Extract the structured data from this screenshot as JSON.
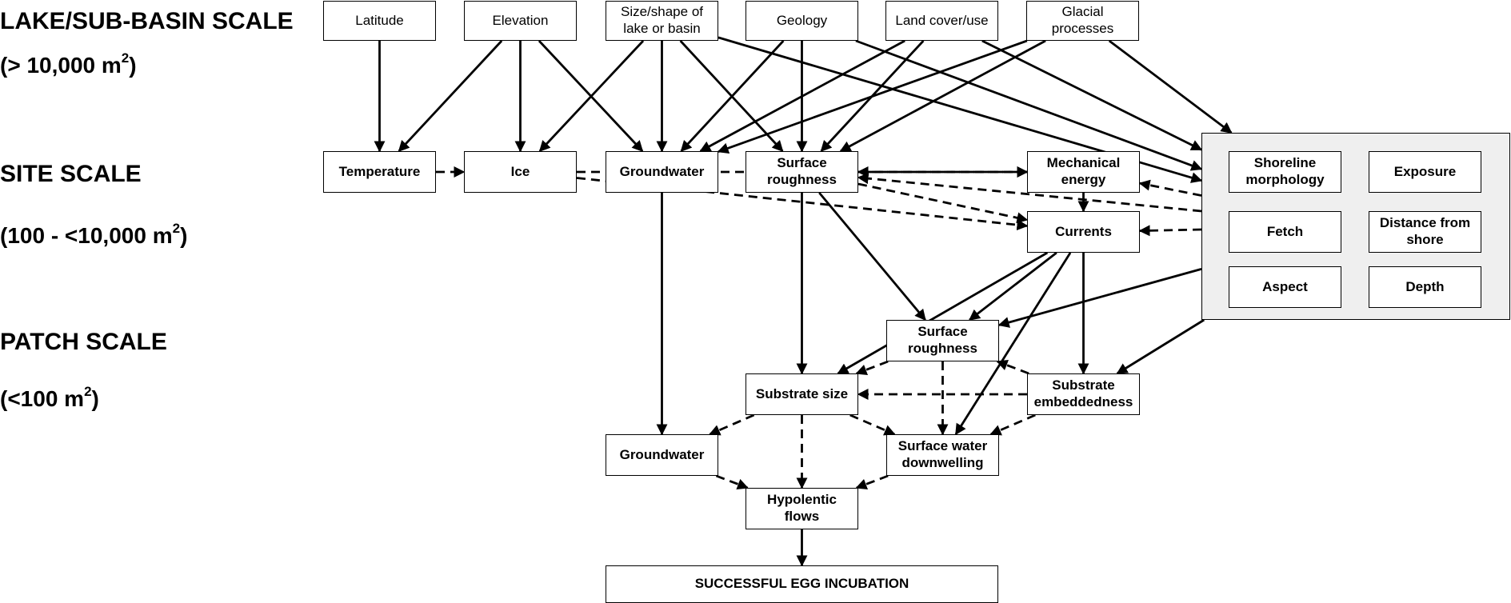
{
  "scales": {
    "lake": {
      "title": "LAKE/SUB-BASIN SCALE",
      "range_prefix": "(> 10,000 m",
      "exp": "2",
      "range_suffix": ")"
    },
    "site": {
      "title": "SITE SCALE",
      "range_prefix": "(100 - <10,000 m",
      "exp": "2",
      "range_suffix": ")"
    },
    "patch": {
      "title": "PATCH SCALE",
      "range_prefix": "(<100 m",
      "exp": "2",
      "range_suffix": ")"
    }
  },
  "nodes": {
    "latitude": "Latitude",
    "elevation": "Elevation",
    "size_shape": "Size/shape of lake or basin",
    "geology": "Geology",
    "land_cover": "Land cover/use",
    "glacial": "Glacial processes",
    "temperature": "Temperature",
    "ice": "Ice",
    "groundwater_site": "Groundwater",
    "surface_roughness_site": "Surface roughness",
    "mechanical_energy": "Mechanical energy",
    "currents": "Currents",
    "shoreline_morphology": "Shoreline morphology",
    "exposure": "Exposure",
    "fetch": "Fetch",
    "distance_from_shore": "Distance from shore",
    "aspect": "Aspect",
    "depth": "Depth",
    "surface_roughness_patch": "Surface roughness",
    "substrate_size": "Substrate size",
    "substrate_embeddedness": "Substrate embeddedness",
    "groundwater_patch": "Groundwater",
    "surface_water_downwelling": "Surface water downwelling",
    "hypolentic_flows": "Hypolentic flows",
    "successful_egg_incubation": "SUCCESSFUL EGG INCUBATION"
  },
  "edges": [
    {
      "from": "latitude",
      "to": "temperature",
      "style": "solid"
    },
    {
      "from": "elevation",
      "to": "temperature",
      "style": "solid"
    },
    {
      "from": "elevation",
      "to": "ice",
      "style": "solid"
    },
    {
      "from": "elevation",
      "to": "groundwater_site",
      "style": "solid"
    },
    {
      "from": "size_shape",
      "to": "ice",
      "style": "solid"
    },
    {
      "from": "size_shape",
      "to": "groundwater_site",
      "style": "solid"
    },
    {
      "from": "size_shape",
      "to": "surface_roughness_site",
      "style": "solid"
    },
    {
      "from": "size_shape",
      "to": "shoreline_group",
      "style": "solid"
    },
    {
      "from": "geology",
      "to": "groundwater_site",
      "style": "solid"
    },
    {
      "from": "geology",
      "to": "surface_roughness_site",
      "style": "solid"
    },
    {
      "from": "geology",
      "to": "shoreline_group",
      "style": "solid"
    },
    {
      "from": "land_cover",
      "to": "groundwater_site",
      "style": "solid"
    },
    {
      "from": "land_cover",
      "to": "surface_roughness_site",
      "style": "solid"
    },
    {
      "from": "land_cover",
      "to": "shoreline_group",
      "style": "solid"
    },
    {
      "from": "glacial",
      "to": "groundwater_site",
      "style": "solid"
    },
    {
      "from": "glacial",
      "to": "surface_roughness_site",
      "style": "solid"
    },
    {
      "from": "glacial",
      "to": "shoreline_group",
      "style": "solid"
    },
    {
      "from": "temperature",
      "to": "ice",
      "style": "dashed"
    },
    {
      "from": "ice",
      "to": "mechanical_energy",
      "style": "dashed"
    },
    {
      "from": "ice",
      "to": "currents",
      "style": "dashed"
    },
    {
      "from": "surface_roughness_site",
      "to": "mechanical_energy",
      "style": "dashed"
    },
    {
      "from": "mechanical_energy",
      "to": "surface_roughness_site",
      "style": "dashed"
    },
    {
      "from": "surface_roughness_site",
      "to": "currents",
      "style": "dashed"
    },
    {
      "from": "shoreline_group",
      "to": "surface_roughness_site",
      "style": "dashed"
    },
    {
      "from": "shoreline_group",
      "to": "mechanical_energy",
      "style": "dashed"
    },
    {
      "from": "shoreline_group",
      "to": "currents",
      "style": "dashed"
    },
    {
      "from": "mechanical_energy",
      "to": "currents",
      "style": "solid"
    },
    {
      "from": "surface_roughness_site",
      "to": "substrate_size",
      "style": "solid"
    },
    {
      "from": "surface_roughness_site",
      "to": "surface_roughness_patch",
      "style": "solid"
    },
    {
      "from": "groundwater_site",
      "to": "groundwater_patch",
      "style": "solid"
    },
    {
      "from": "currents",
      "to": "substrate_size",
      "style": "solid"
    },
    {
      "from": "currents",
      "to": "surface_roughness_patch",
      "style": "solid"
    },
    {
      "from": "currents",
      "to": "surface_water_downwelling",
      "style": "solid"
    },
    {
      "from": "currents",
      "to": "substrate_embeddedness",
      "style": "solid"
    },
    {
      "from": "shoreline_group",
      "to": "surface_roughness_patch",
      "style": "solid"
    },
    {
      "from": "shoreline_group",
      "to": "substrate_embeddedness",
      "style": "solid"
    },
    {
      "from": "surface_roughness_patch",
      "to": "substrate_size",
      "style": "dashed"
    },
    {
      "from": "surface_roughness_patch",
      "to": "surface_water_downwelling",
      "style": "dashed"
    },
    {
      "from": "substrate_embeddedness",
      "to": "substrate_size",
      "style": "dashed"
    },
    {
      "from": "substrate_embeddedness",
      "to": "surface_roughness_patch",
      "style": "dashed"
    },
    {
      "from": "substrate_embeddedness",
      "to": "surface_water_downwelling",
      "style": "dashed"
    },
    {
      "from": "substrate_size",
      "to": "groundwater_patch",
      "style": "dashed"
    },
    {
      "from": "substrate_size",
      "to": "hypolentic_flows",
      "style": "dashed"
    },
    {
      "from": "substrate_size",
      "to": "surface_water_downwelling",
      "style": "dashed"
    },
    {
      "from": "groundwater_patch",
      "to": "hypolentic_flows",
      "style": "dashed"
    },
    {
      "from": "surface_water_downwelling",
      "to": "hypolentic_flows",
      "style": "dashed"
    },
    {
      "from": "hypolentic_flows",
      "to": "successful_egg_incubation",
      "style": "solid"
    }
  ]
}
